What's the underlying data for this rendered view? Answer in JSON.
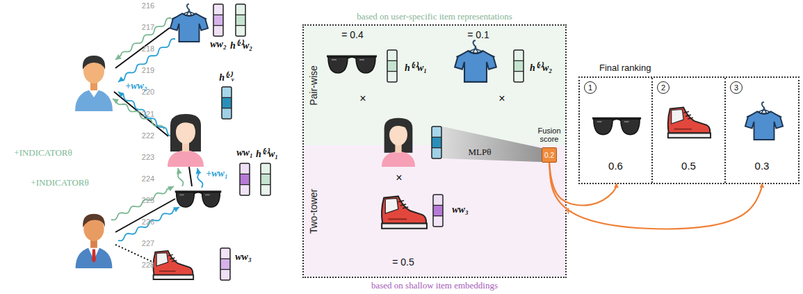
{
  "diagram": {
    "nodes": [
      {
        "text": [
          "based on user-specific item representations",
          "based on shallow item embeddings"
        ]
      },
      {
        "text": [
          "Pair-wise"
        ],
        "in": 0
      },
      {
        "text": [
          "Two-tower"
        ],
        "in": 0
      },
      {
        "text": [
          "Fusion score",
          "0.2"
        ],
        "in": 0
      },
      {
        "text": [
          "Final ranking"
        ]
      },
      {
        "text": [
          "1",
          "0.6"
        ],
        "in": 4
      },
      {
        "text": [
          "2",
          "0.5"
        ],
        "in": 4
      },
      {
        "text": [
          "3",
          "0.3"
        ],
        "in": 4
      }
    ],
    "edges": [
      {
        "from": 3,
        "to": 5,
        "arrow": "to",
        "label": "+"
      },
      {
        "from": 3,
        "to": 7,
        "arrow": "to"
      }
    ],
    "labels": [
      "216",
      "217",
      "218",
      "219",
      "220",
      "221",
      "222",
      "223",
      "224",
      "225",
      "226",
      "227",
      "228",
      "ww₂",
      "h⁽²⁾w₂",
      "+ww₂",
      "h⁽²⁾ᵥ",
      "+INDICATORθ",
      "+INDICATORθ",
      "+ww₁",
      "ww₁",
      "h⁽²⁾w₁",
      "ww₃",
      "= 0.4",
      "= 0.1",
      "h⁽²⁾w₁",
      "h⁽²⁾w₂",
      "×",
      "×",
      "MLPθ",
      "×",
      "ww₃",
      "= 0.5"
    ]
  }
}
